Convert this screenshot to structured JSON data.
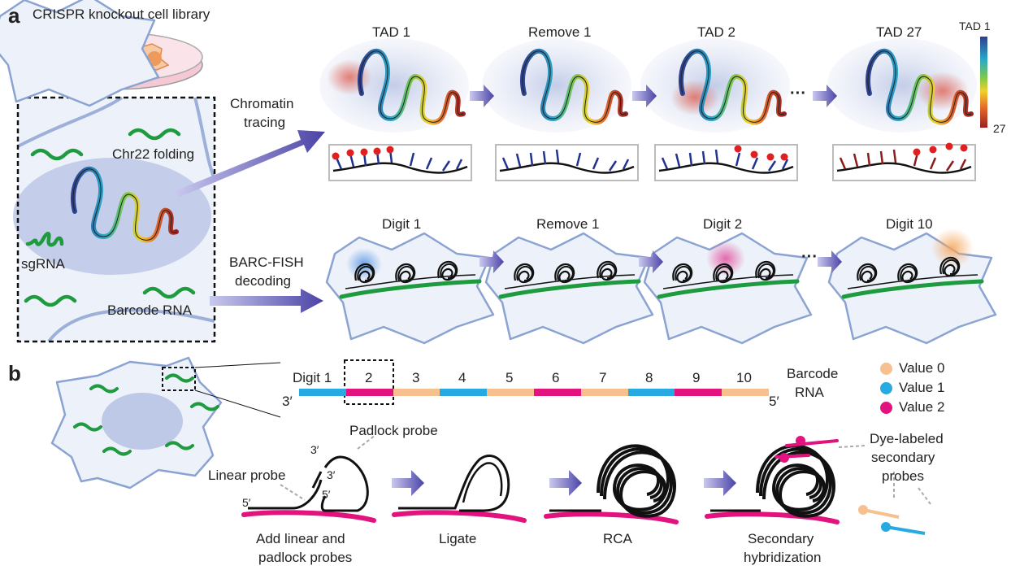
{
  "panel_a": {
    "label": "a",
    "library_title": "CRISPR knockout cell library",
    "chr22_label": "Chr22 folding",
    "sgrna_label": "sgRNA",
    "barcode_rna_label": "Barcode RNA",
    "arrow_top_label": [
      "Chromatin",
      "tracing"
    ],
    "arrow_bottom_label": [
      "BARC-FISH",
      "decoding"
    ],
    "tracing_steps": [
      "TAD 1",
      "Remove 1",
      "TAD 2",
      "TAD 27"
    ],
    "decoding_steps": [
      "Digit 1",
      "Remove 1",
      "Digit 2",
      "Digit 10"
    ],
    "ellipsis": "···",
    "colorbar": {
      "top": "TAD 1",
      "bottom": "27"
    }
  },
  "panel_b": {
    "label": "b",
    "barcode": {
      "digits": [
        "Digit 1",
        "2",
        "3",
        "4",
        "5",
        "6",
        "7",
        "8",
        "9",
        "10"
      ],
      "segment_values": [
        1,
        2,
        0,
        1,
        0,
        2,
        0,
        1,
        2,
        0
      ],
      "left_end": "3′",
      "right_end": "5′",
      "title": [
        "Barcode",
        "RNA"
      ]
    },
    "legend": [
      {
        "label": "Value 0",
        "color": "#F6C08F"
      },
      {
        "label": "Value 1",
        "color": "#27A9E1"
      },
      {
        "label": "Value 2",
        "color": "#E2137E"
      }
    ],
    "probes": {
      "padlock": "Padlock probe",
      "linear": "Linear probe",
      "dye": [
        "Dye-labeled",
        "secondary",
        "probes"
      ],
      "ends": {
        "a": "3′",
        "b": "3′",
        "c": "5′",
        "d": "5′"
      }
    },
    "steps": [
      [
        "Add linear and",
        "padlock probes"
      ],
      [
        "Ligate"
      ],
      [
        "RCA"
      ],
      [
        "Secondary",
        "hybridization"
      ]
    ]
  }
}
